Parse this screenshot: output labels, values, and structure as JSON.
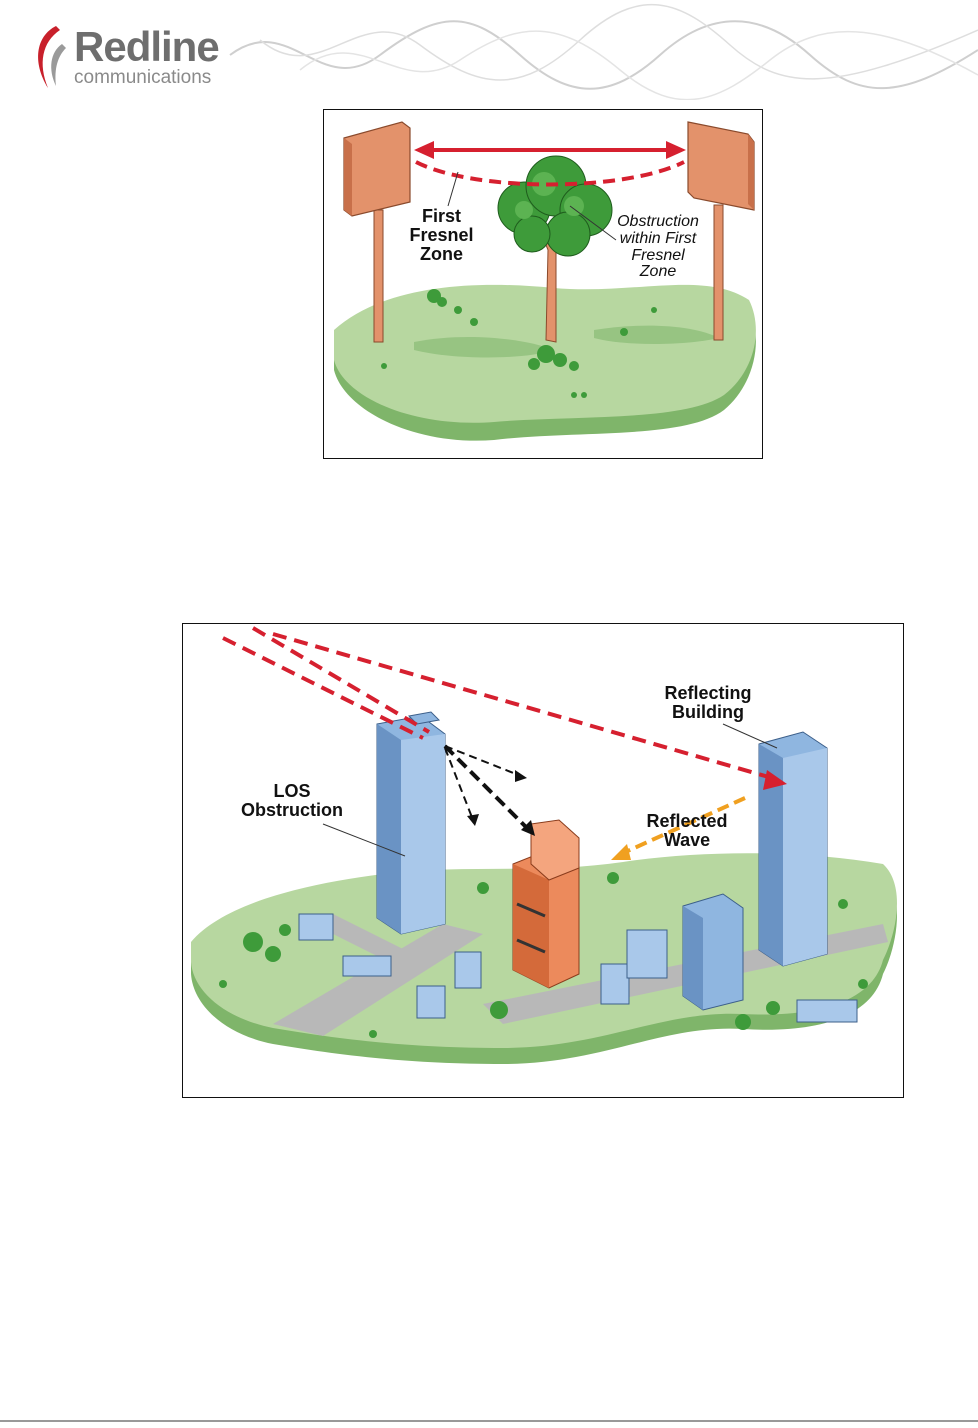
{
  "header": {
    "logo_title": "Redline",
    "logo_subtitle": "communications",
    "colors": {
      "logo_red": "#c8202b",
      "logo_gray": "#6e6e6e",
      "wave": "#c9c9c9"
    }
  },
  "figure1": {
    "labels": {
      "fresnel_line1": "First",
      "fresnel_line2": "Fresnel",
      "fresnel_line3": "Zone",
      "obstruction_line1": "Obstruction",
      "obstruction_line2": "within First",
      "obstruction_line3": "Fresnel",
      "obstruction_line4": "Zone"
    },
    "colors": {
      "antenna": "#e3926b",
      "tree": "#3e9b3a",
      "ground": "#a9cf93",
      "signal": "#d6202f"
    }
  },
  "figure2": {
    "labels": {
      "reflecting_line1": "Reflecting",
      "reflecting_line2": "Building",
      "los_line1": "LOS",
      "los_line2": "Obstruction",
      "reflected_line1": "Reflected",
      "reflected_line2": "Wave"
    },
    "colors": {
      "building_blue": "#8fb6e0",
      "building_orange": "#ec8a5c",
      "ground": "#a9cf93",
      "signal": "#d6202f",
      "reflected": "#f0a020"
    }
  }
}
